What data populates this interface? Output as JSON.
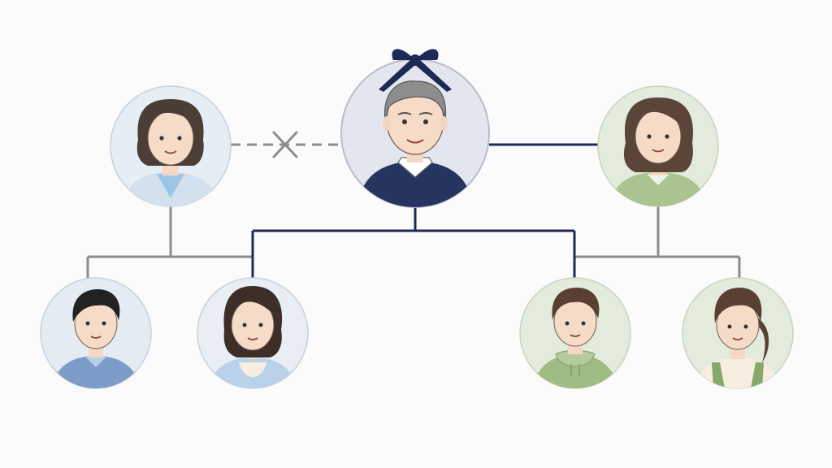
{
  "diagram": {
    "type": "family-tree",
    "nodes": [
      {
        "id": "deceased-father",
        "icon": "older-man-avatar",
        "marker": "black-ribbon-icon",
        "background": "#e3e6ee"
      },
      {
        "id": "ex-wife",
        "icon": "woman-avatar",
        "background": "#e6edf4"
      },
      {
        "id": "current-wife",
        "icon": "woman-avatar",
        "background": "#e3ecdc"
      },
      {
        "id": "child-son-1",
        "icon": "man-avatar",
        "background": "#e4ebf3"
      },
      {
        "id": "child-daughter-1",
        "icon": "girl-avatar",
        "background": "#e8eef4"
      },
      {
        "id": "child-son-2",
        "icon": "boy-avatar",
        "background": "#e3ecdc"
      },
      {
        "id": "child-daughter-2",
        "icon": "girl-ponytail-avatar",
        "background": "#e3ecdc"
      }
    ],
    "relationships": [
      {
        "from": "deceased-father",
        "to": "ex-wife",
        "kind": "divorced"
      },
      {
        "from": "deceased-father",
        "to": "current-wife",
        "kind": "married"
      },
      {
        "from": "deceased-father",
        "to": "child-son-1",
        "kind": "parent"
      },
      {
        "from": "deceased-father",
        "to": "child-daughter-1",
        "kind": "parent"
      },
      {
        "from": "deceased-father",
        "to": "child-son-2",
        "kind": "parent"
      },
      {
        "from": "deceased-father",
        "to": "child-daughter-2",
        "kind": "parent"
      },
      {
        "from": "ex-wife",
        "to": "child-son-1",
        "kind": "parent"
      },
      {
        "from": "ex-wife",
        "to": "child-daughter-1",
        "kind": "parent"
      },
      {
        "from": "current-wife",
        "to": "child-son-2",
        "kind": "parent"
      },
      {
        "from": "current-wife",
        "to": "child-daughter-2",
        "kind": "parent"
      }
    ],
    "colors": {
      "father_line": "#1c2a55",
      "mother_line": "#8c8c8c",
      "ribbon": "#1c2a55",
      "divorce_mark": "#8c8c8c"
    }
  }
}
